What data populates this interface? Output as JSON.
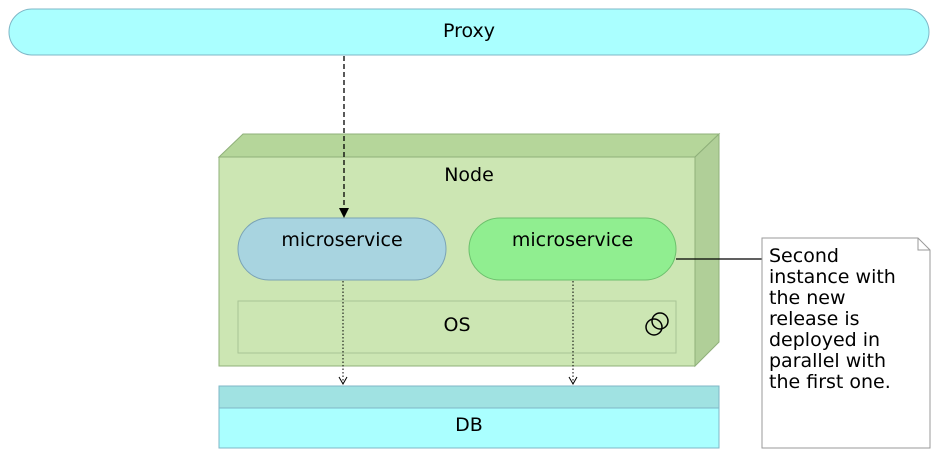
{
  "diagram": {
    "proxy": {
      "label": "Proxy"
    },
    "node": {
      "label": "Node"
    },
    "microservice_old": {
      "label": "microservice"
    },
    "microservice_new": {
      "label": "microservice"
    },
    "os": {
      "label": "OS"
    },
    "db": {
      "label": "DB"
    },
    "note": {
      "text": "Second\ninstance with\nthe new\nrelease is\ndeployed in\nparallel with\nthe first one."
    },
    "colors": {
      "proxy_fill": "#aaffff",
      "node_front": "#cce6b3",
      "node_top": "#b5d69a",
      "node_side": "#b0cf98",
      "microservice_old_fill": "#a8d4e0",
      "microservice_new_fill": "#90ee90",
      "db_top": "#a0e2e2",
      "db_fill": "#aaffff",
      "note_fill": "#ffffff"
    }
  }
}
